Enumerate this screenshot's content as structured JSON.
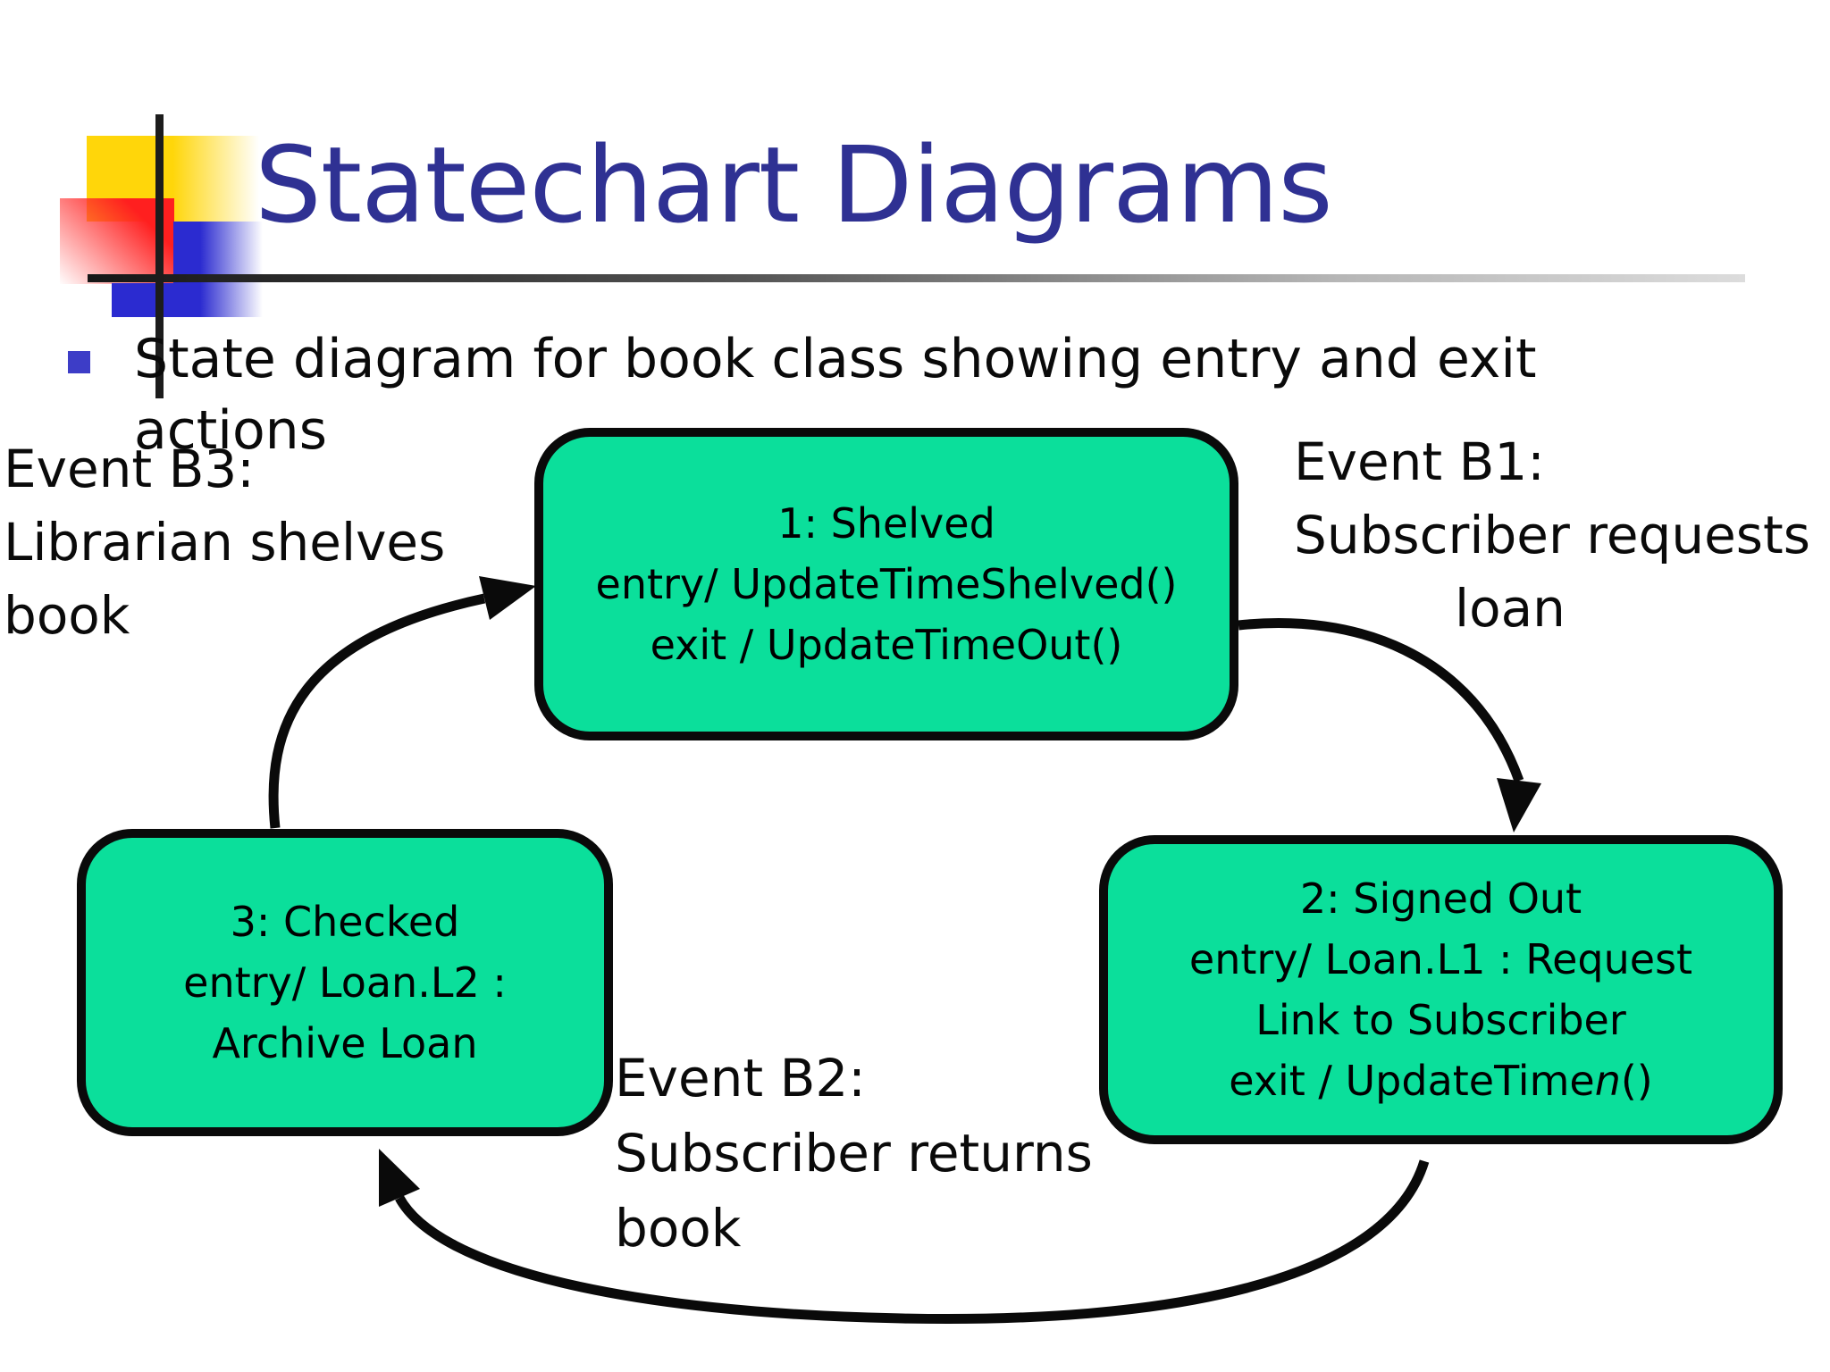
{
  "slide": {
    "title": "Statechart Diagrams",
    "bullet": {
      "line1": "State diagram for book class showing entry and exit",
      "line2": "actions"
    }
  },
  "events": {
    "b3": {
      "lines": [
        "Event B3:",
        "Librarian shelves",
        "book"
      ]
    },
    "b1": {
      "lines": [
        "Event B1:",
        "Subscriber requests",
        "loan"
      ]
    },
    "b2": {
      "lines": [
        "Event B2:",
        "Subscriber returns",
        "book"
      ]
    }
  },
  "states": {
    "shelved": {
      "lines": [
        "1: Shelved",
        "entry/ UpdateTimeShelved()",
        "exit / UpdateTimeOut()"
      ]
    },
    "signed_out": {
      "lines": [
        "2: Signed Out",
        "entry/ Loan.L1 : Request",
        "Link to Subscriber"
      ],
      "exit_line": {
        "pre": "exit / UpdateTime",
        "italic": "n",
        "post": "()"
      }
    },
    "checked": {
      "lines": [
        "3: Checked",
        "entry/ Loan.L2 :",
        "Archive Loan"
      ]
    }
  },
  "colors": {
    "state_fill": "#0BDF9B",
    "title_color": "#2F3193",
    "bullet_color": "#3D3DC7",
    "arrow_color": "#0a0a0a",
    "logo_yellow": "#FFD60A",
    "logo_red": "#FF1F1F",
    "logo_blue": "#2B2BD0"
  }
}
